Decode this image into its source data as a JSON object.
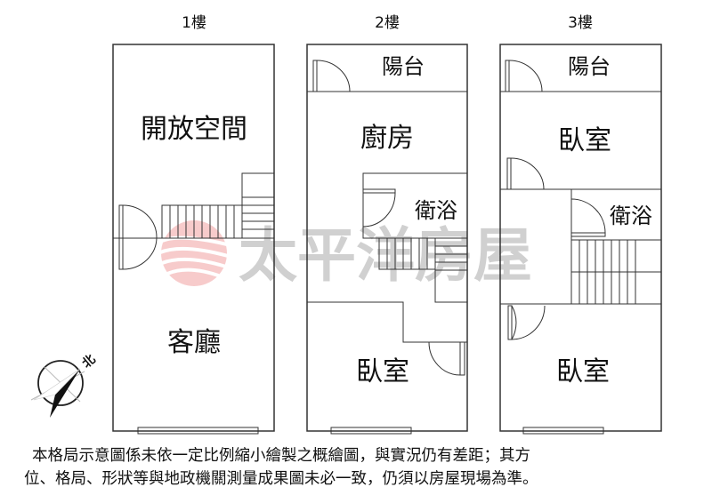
{
  "floors": [
    {
      "label": "1樓",
      "rooms": {
        "top": "開放空間",
        "bottom": "客廳"
      }
    },
    {
      "label": "2樓",
      "rooms": {
        "balcony": "陽台",
        "kitchen": "廚房",
        "bath": "衛浴",
        "bedroom": "臥室"
      }
    },
    {
      "label": "3樓",
      "rooms": {
        "balcony": "陽台",
        "bedroom_top": "臥室",
        "bath": "衛浴",
        "bedroom_bottom": "臥室"
      }
    }
  ],
  "compass": {
    "label": "北"
  },
  "watermark": {
    "text": "太平洋房屋"
  },
  "disclaimer": {
    "line1": "本格局示意圖係未依一定比例縮小繪製之概繪圖，與實況仍有差距；其方",
    "line2": "位、格局、形狀等與地政機關測量成果圖未必一致，仍須以房屋現場為準。"
  },
  "colors": {
    "watermark_text": "#c8c8c8",
    "logo": "#f0a0a0",
    "line": "#333333"
  }
}
